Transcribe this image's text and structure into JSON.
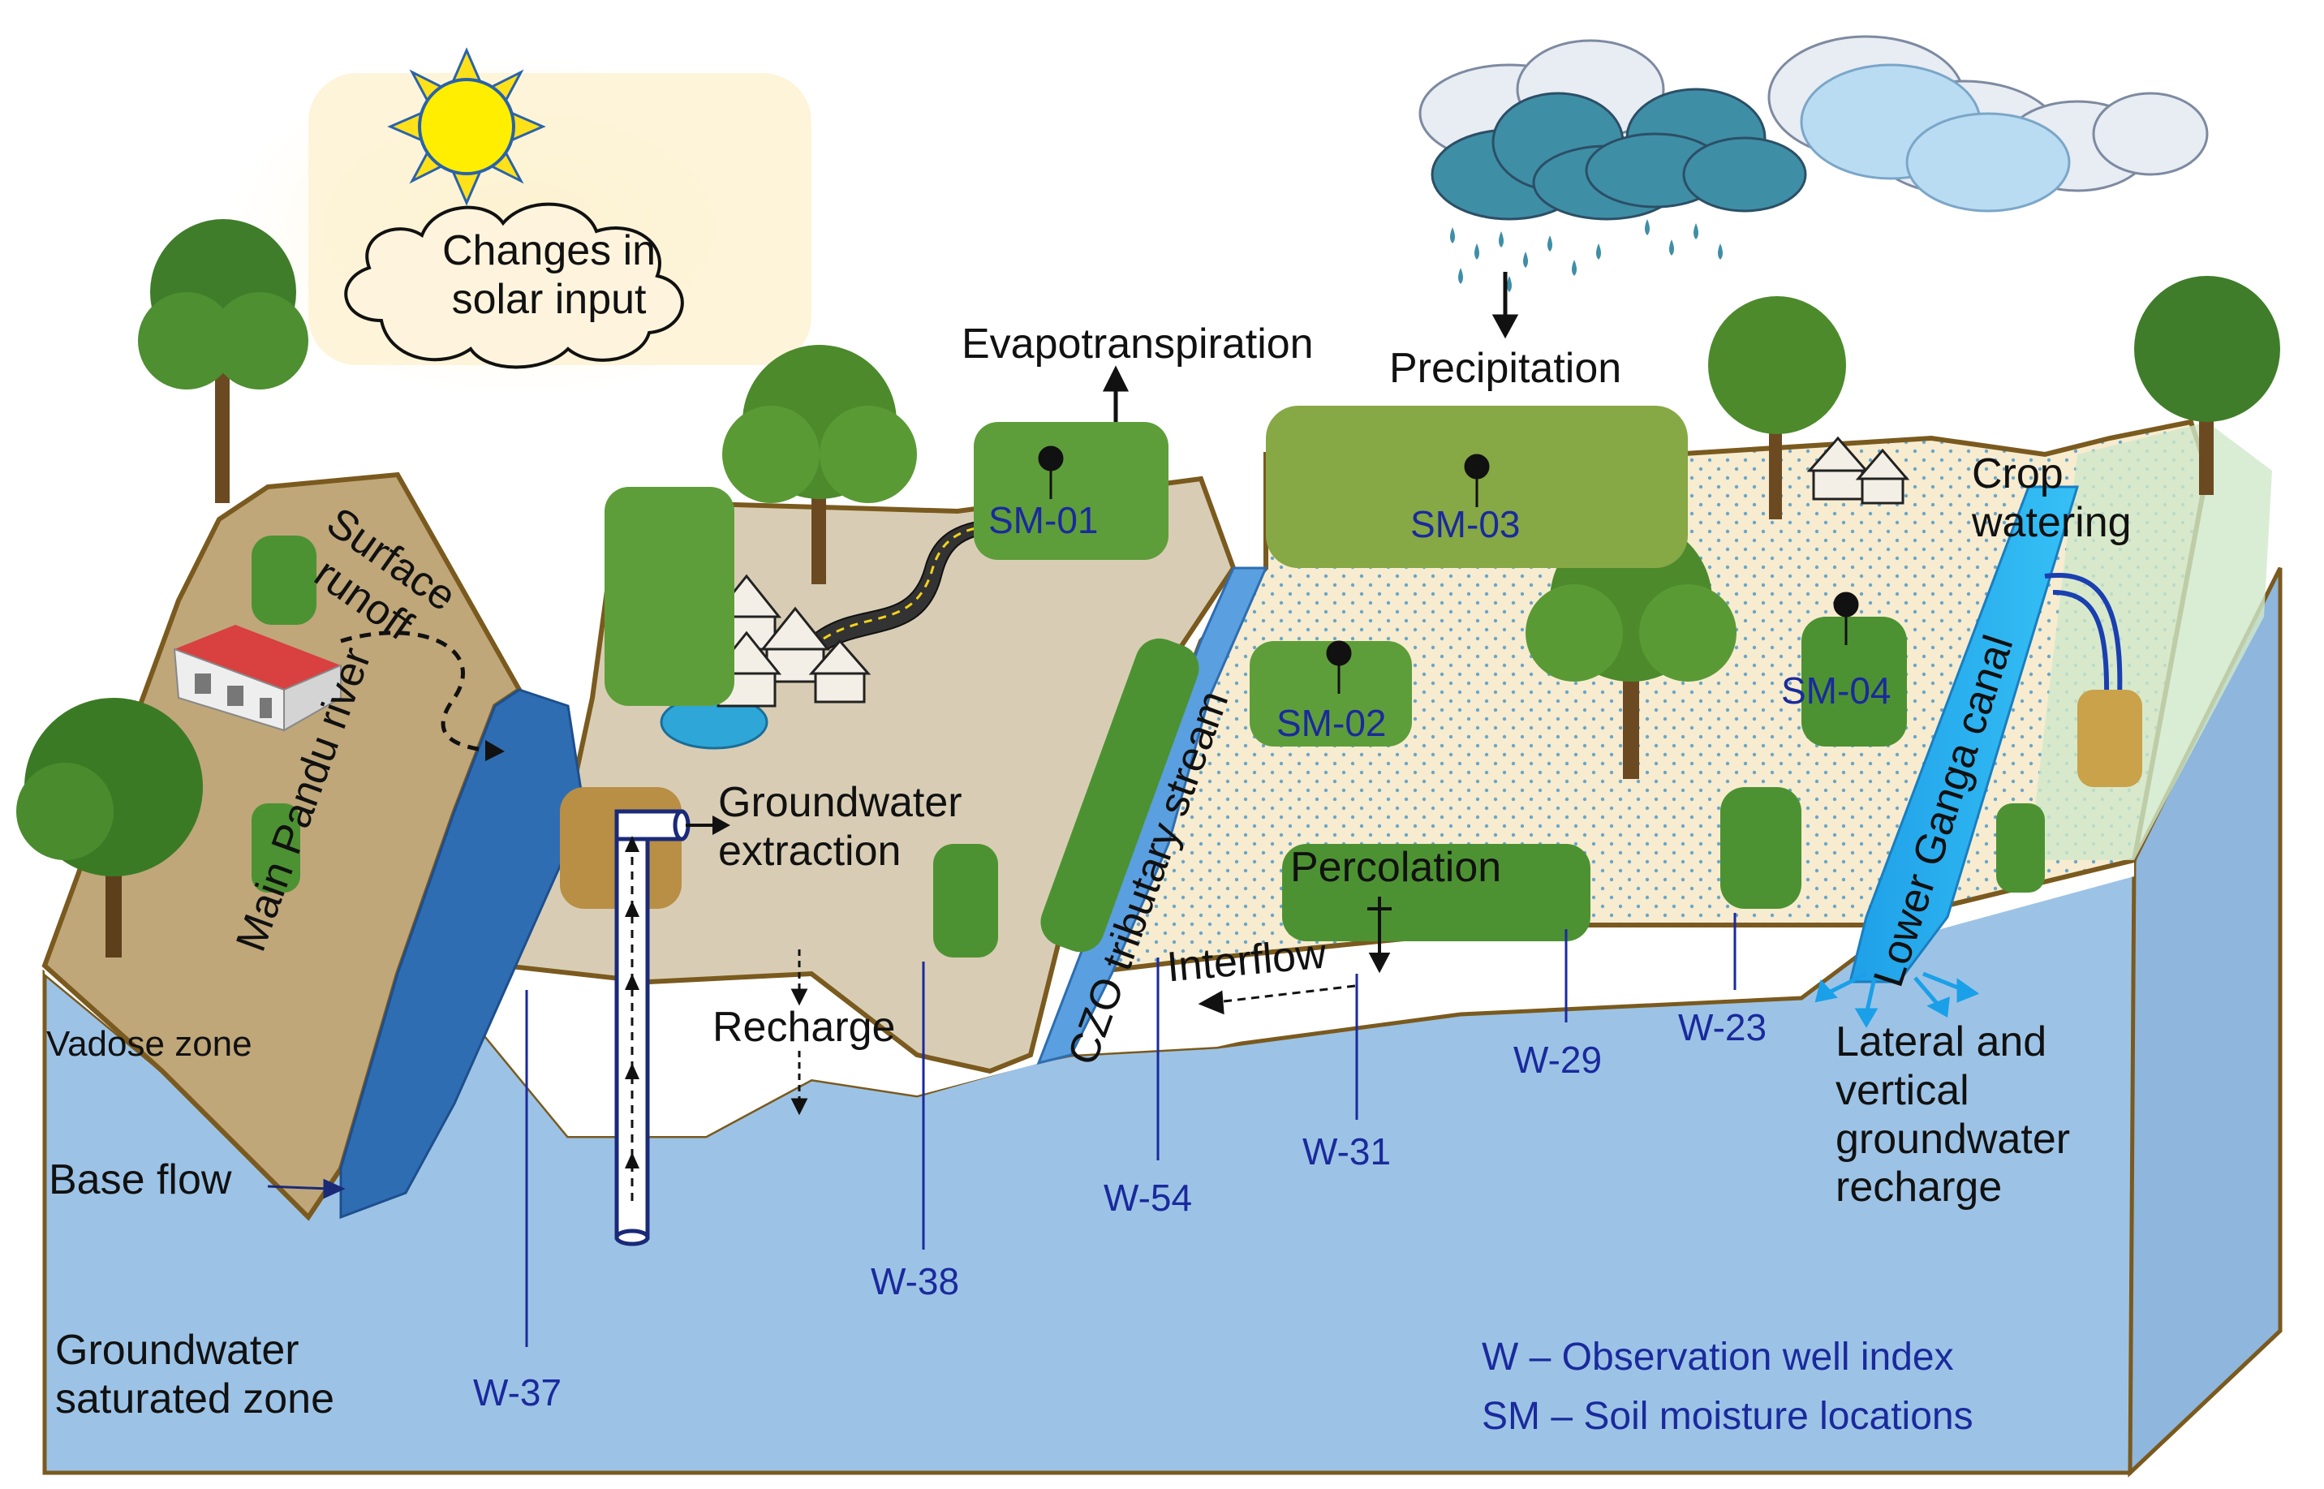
{
  "labels": {
    "solar": [
      "Changes in",
      "solar input"
    ],
    "evapotranspiration": "Evapotranspiration",
    "precipitation": "Precipitation",
    "surface_runoff": [
      "Surface",
      "runoff"
    ],
    "groundwater_extraction": [
      "Groundwater",
      "extraction"
    ],
    "recharge": "Recharge",
    "percolation": "Percolation",
    "interflow": "Interflow",
    "crop_watering": [
      "Crop",
      "watering"
    ],
    "vadose_zone": "Vadose zone",
    "base_flow": "Base flow",
    "saturated_zone": [
      "Groundwater",
      "saturated zone"
    ],
    "lateral_recharge": [
      "Lateral and",
      "vertical",
      "groundwater",
      "recharge"
    ],
    "main_pandu_river": "Main Pandu river",
    "czo_stream": "CZO tributary stream",
    "lower_ganga_canal": "Lower Ganga canal"
  },
  "soil_moisture": [
    "SM-01",
    "SM-02",
    "SM-03",
    "SM-04"
  ],
  "wells": [
    "W-37",
    "W-38",
    "W-54",
    "W-31",
    "W-29",
    "W-23"
  ],
  "legend": [
    "W – Observation well index",
    "SM – Soil moisture locations"
  ],
  "colors": {
    "groundwater": "#9cc3e6",
    "river": "#2f6db3",
    "land_left": "#bfa77a",
    "land_mid": "#d8cdb4",
    "land_right": "#f7ecd0",
    "well_text": "#1a2a9c",
    "outline": "#7a5a1e",
    "grass": "#3d8c2f"
  }
}
